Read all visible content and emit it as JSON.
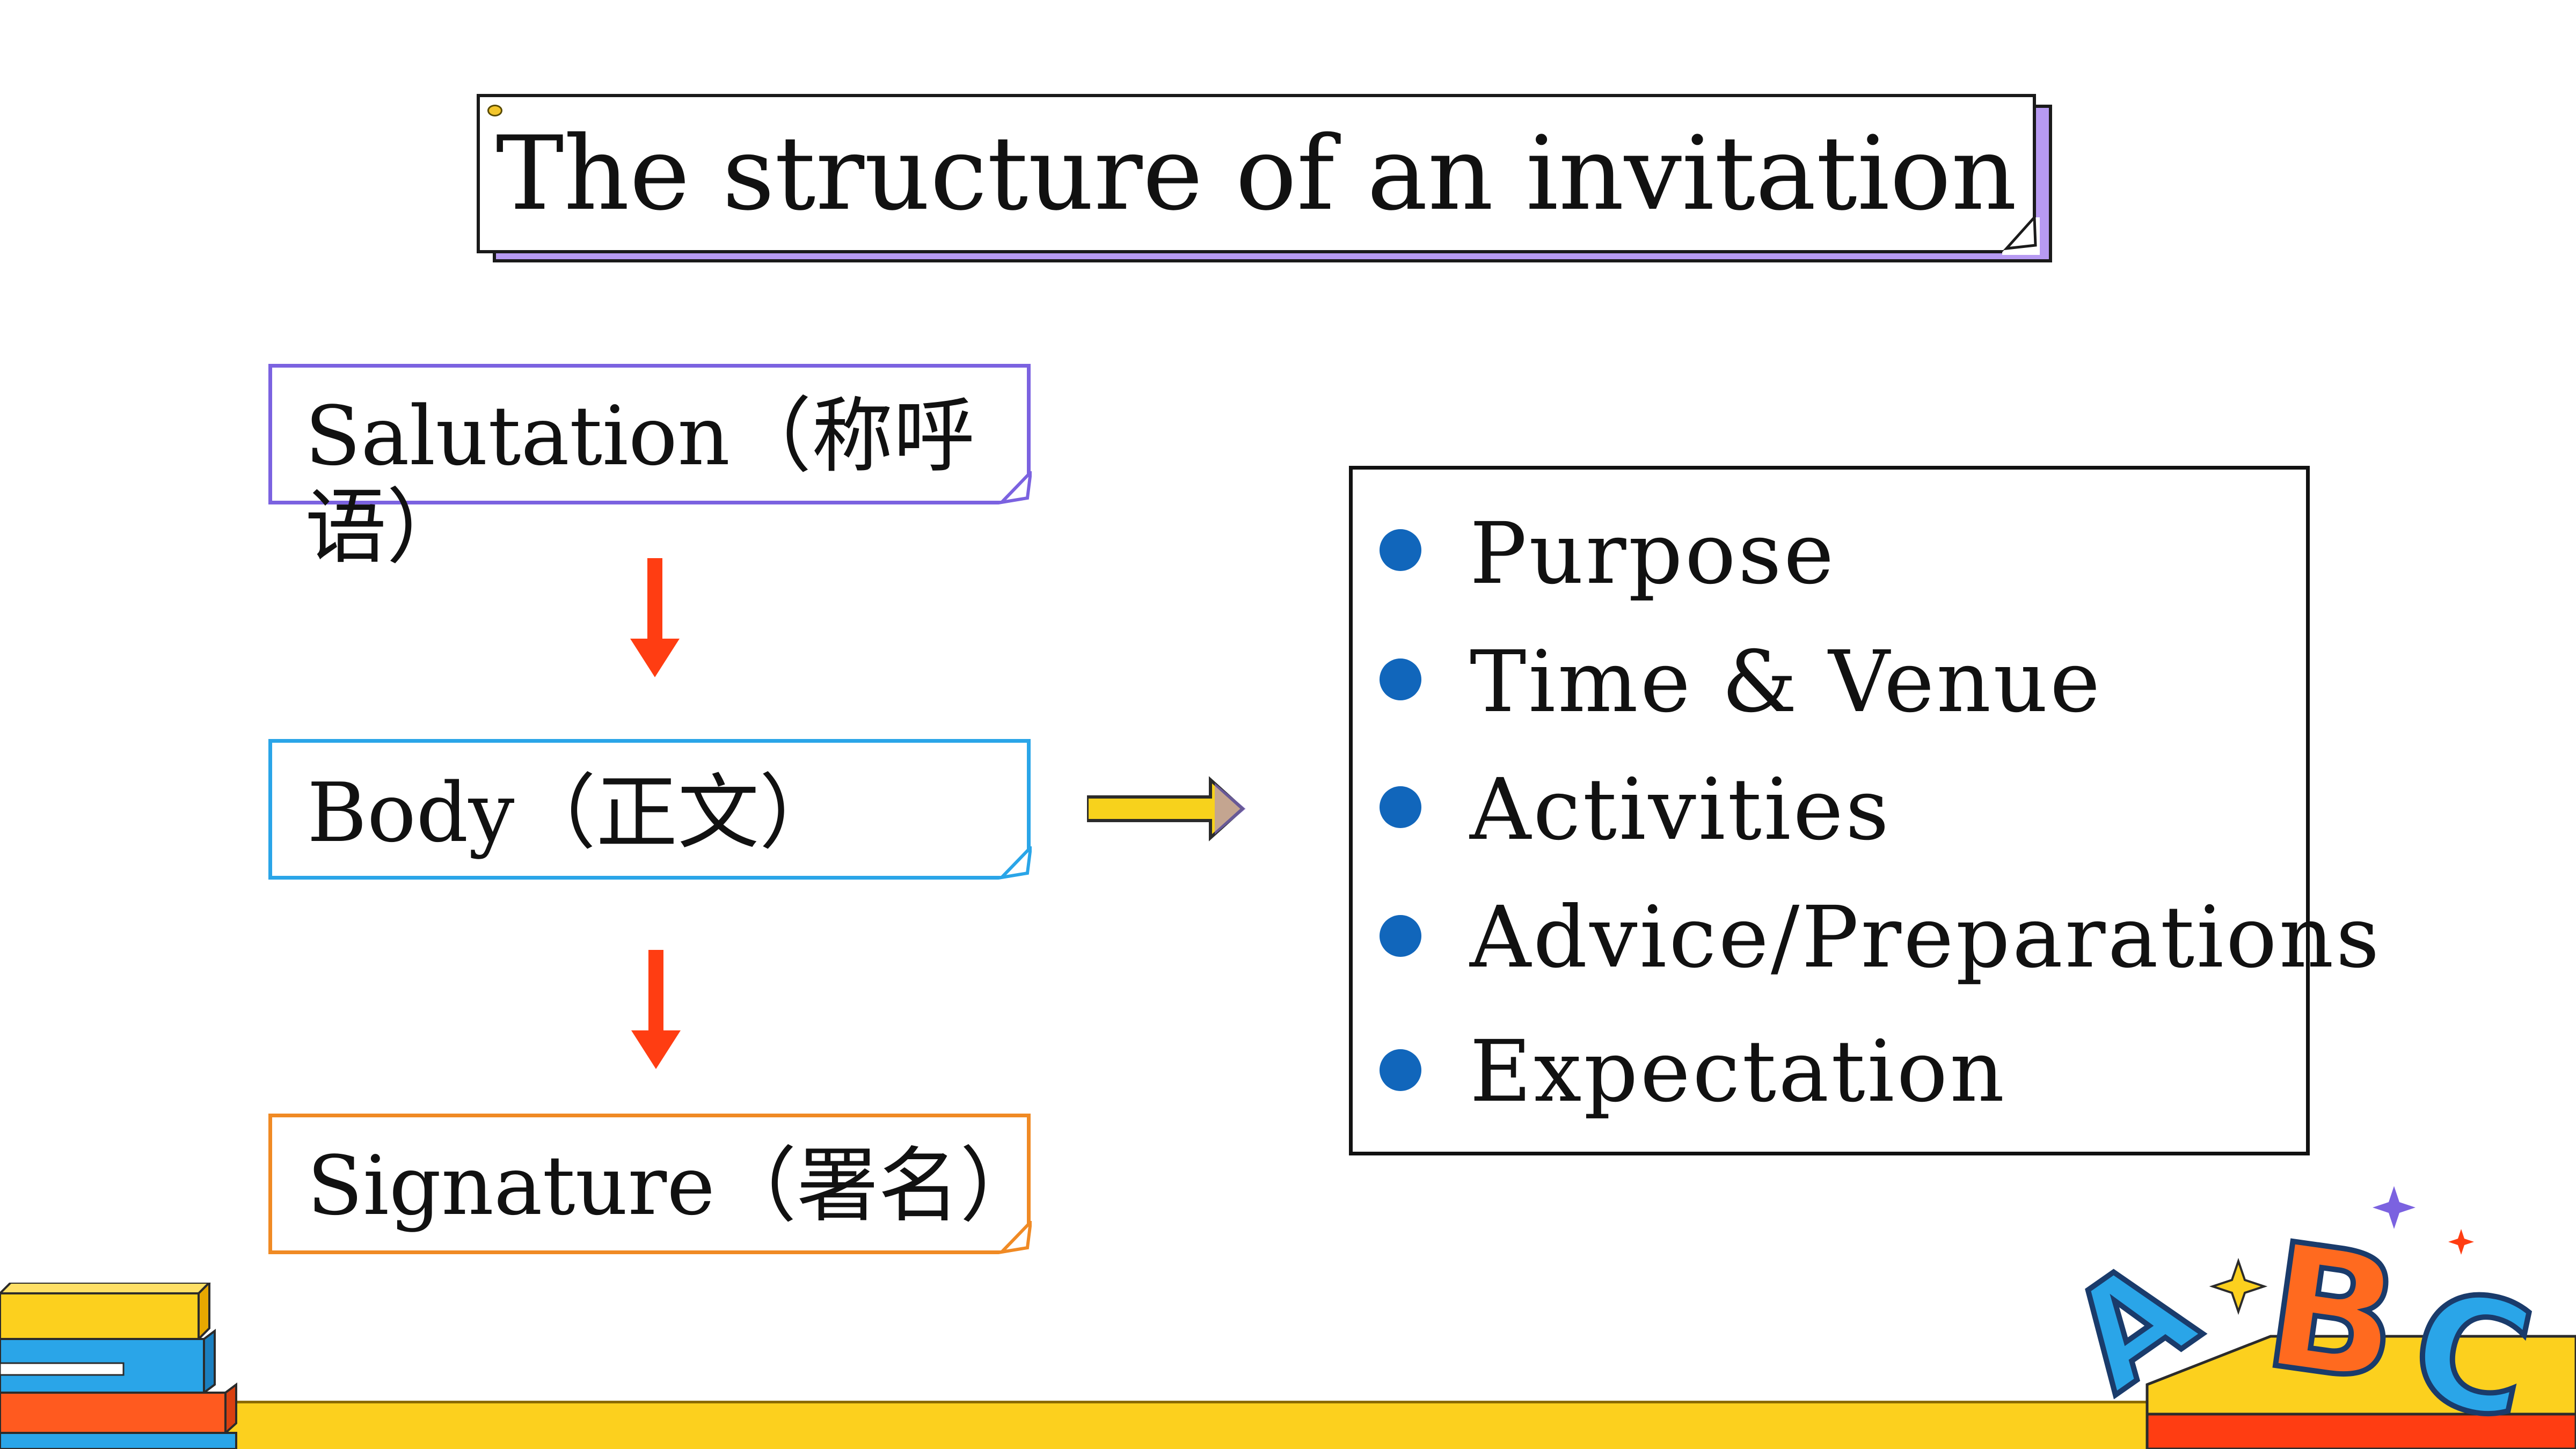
{
  "title": "The structure of an invitation",
  "structure": {
    "salutation_line1": "Salutation（称呼",
    "salutation_line2": "语）",
    "body": "Body（正文）",
    "signature": "Signature（署名）"
  },
  "points": [
    "Purpose",
    "Time & Venue",
    "Activities",
    "Advice/Preparations",
    "Expectation"
  ],
  "decoration": {
    "letters": [
      "A",
      "B",
      "C"
    ]
  },
  "colors": {
    "title_shadow": "#b79af2",
    "salutation_border": "#7b62e0",
    "body_border": "#2aa5e8",
    "signature_border": "#f08a24",
    "down_arrow": "#ff3d12",
    "right_arrow": "#f7d21c",
    "bullet": "#1166bb",
    "bottom_band": "#fcd01e"
  }
}
